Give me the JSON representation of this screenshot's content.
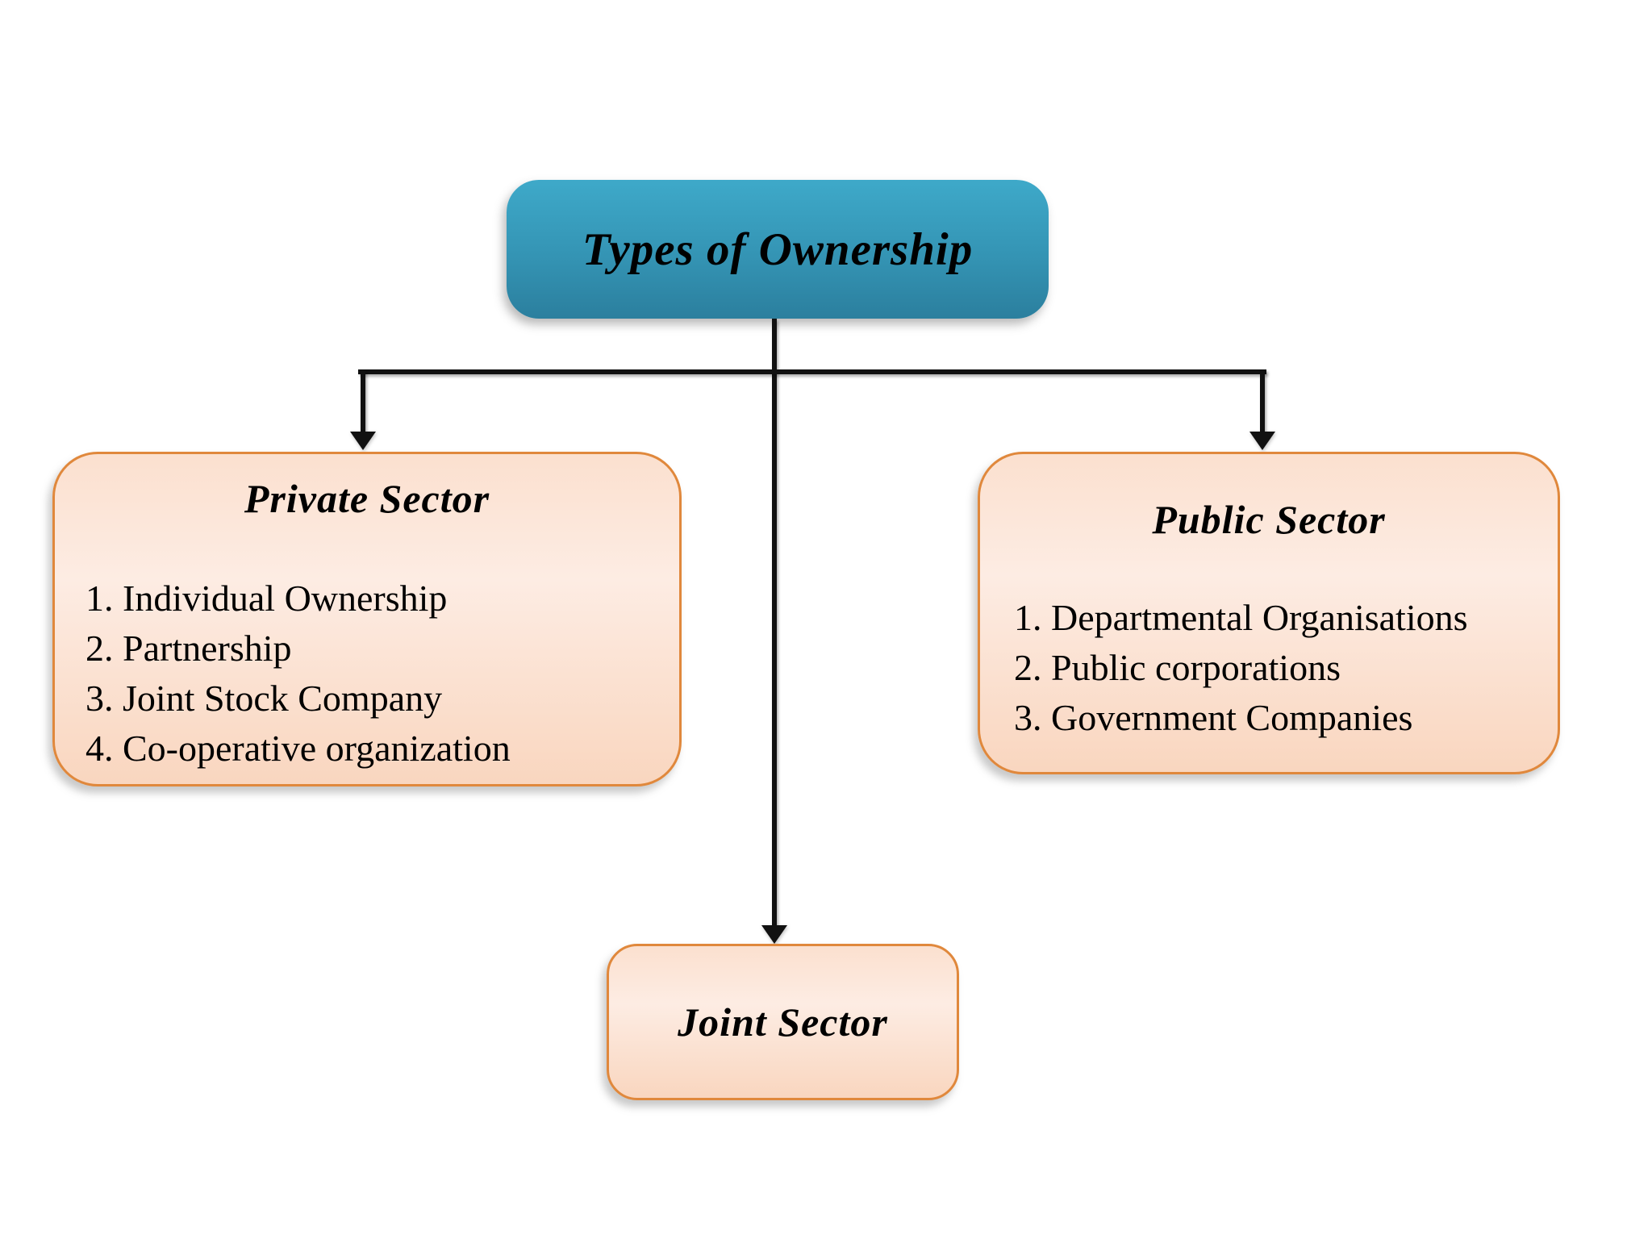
{
  "diagram": {
    "title_node": {
      "label": "Types of Ownership"
    },
    "nodes": {
      "private": {
        "title": "Private Sector",
        "items": [
          "1. Individual Ownership",
          "2. Partnership",
          "3. Joint Stock Company",
          "4. Co-operative organization"
        ]
      },
      "public": {
        "title": "Public Sector",
        "items": [
          "1. Departmental Organisations",
          "2. Public corporations",
          "3. Government Companies"
        ]
      },
      "joint": {
        "title": "Joint Sector"
      }
    },
    "colors": {
      "root_gradient_top": "#3ea9c9",
      "root_gradient_mid": "#3494b4",
      "root_gradient_bottom": "#2b7f9e",
      "child_fill_top": "#fbe0cf",
      "child_fill_mid": "#fdece3",
      "child_fill_bottom": "#f9d6bf",
      "child_border": "#e0883c",
      "connector": "#111111",
      "text": "#000000",
      "background": "#ffffff"
    }
  }
}
